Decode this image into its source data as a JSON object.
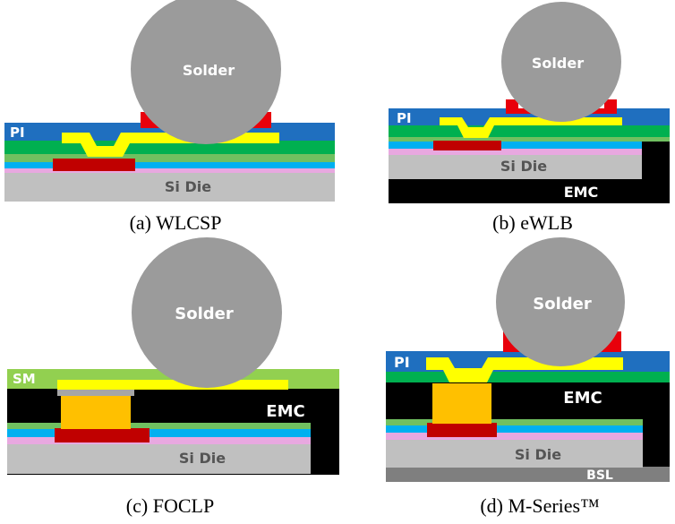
{
  "panels": {
    "a": {
      "caption": "(a) WLCSP",
      "labels": {
        "solder": "Solder",
        "pi": "PI",
        "si_die": "Si Die"
      }
    },
    "b": {
      "caption": "(b) eWLB",
      "labels": {
        "solder": "Solder",
        "pi": "PI",
        "si_die": "Si Die",
        "emc": "EMC"
      }
    },
    "c": {
      "caption": "(c) FOCLP",
      "labels": {
        "solder": "Solder",
        "sm": "SM",
        "si_die": "Si Die",
        "emc": "EMC"
      }
    },
    "d": {
      "caption": "(d) M-Series™",
      "labels": {
        "solder": "Solder",
        "pi": "PI",
        "si_die": "Si Die",
        "emc": "EMC",
        "bsl": "BSL"
      }
    }
  },
  "colors": {
    "solder": "#9b9b9b",
    "pi": "#1f6fbf",
    "sm": "#92d050",
    "green_layer": "#00b050",
    "passivation_blue": "#00b0f0",
    "pink_layer": "#e8a8e0",
    "si_die": "#c0c0c0",
    "emc": "#000000",
    "bsl": "#7f7f7f",
    "ubm_red": "#e8000b",
    "pad_darkred": "#c00000",
    "rdl_yellow": "#ffff00",
    "pillar_orange": "#ffc000"
  }
}
